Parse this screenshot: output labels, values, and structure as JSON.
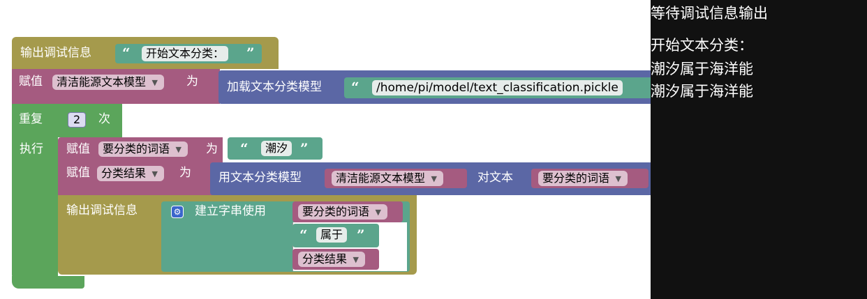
{
  "colors": {
    "debug_block": "#a59a4c",
    "assign_block": "#a55b80",
    "model_block": "#5b67a5",
    "text_block": "#5ba58c",
    "loop_block": "#5ba55b",
    "var_block": "#a55b80",
    "console_bg": "#111111"
  },
  "blocks": {
    "debug1": {
      "label": "输出调试信息",
      "text_value": "开始文本分类："
    },
    "assign1": {
      "label": "赋值",
      "var": "清洁能源文本模型",
      "to": "为"
    },
    "load_model": {
      "label": "加载文本分类模型",
      "path": "/home/pi/model/text_classification.pickle"
    },
    "repeat": {
      "label": "重复",
      "count": "2",
      "times": "次",
      "do": "执行"
    },
    "assign2": {
      "label": "赋值",
      "var": "要分类的词语",
      "to": "为",
      "text_value": "潮汐"
    },
    "assign3": {
      "label": "赋值",
      "var": "分类结果",
      "to": "为"
    },
    "classify": {
      "label": "用文本分类模型",
      "model_var": "清洁能源文本模型",
      "on_text": "对文本",
      "text_var": "要分类的词语"
    },
    "debug2": {
      "label": "输出调试信息"
    },
    "join": {
      "label": "建立字串使用",
      "item1_var": "要分类的词语",
      "item2_text": "属于",
      "item3_var": "分类结果"
    }
  },
  "console": {
    "lines": [
      "等待调试信息输出",
      "开始文本分类：",
      "潮汐属于海洋能",
      "潮汐属于海洋能"
    ]
  },
  "icons": {
    "quote_open": "“",
    "quote_close": "”",
    "dropdown": "▼",
    "gear": "⚙"
  }
}
